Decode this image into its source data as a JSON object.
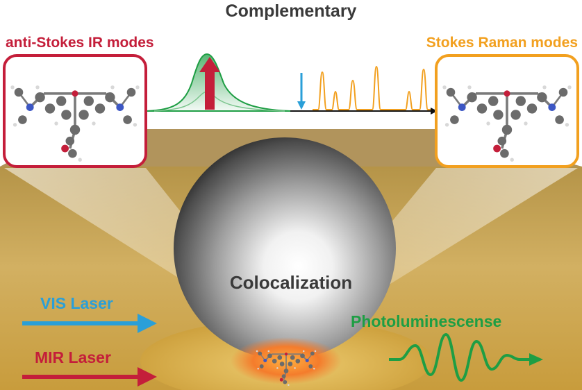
{
  "title": "Complementary",
  "panels": {
    "ir": {
      "label": "anti-Stokes IR modes",
      "color": "#c41e3a"
    },
    "raman": {
      "label": "Stokes Raman modes",
      "color": "#f2a01f"
    }
  },
  "center_label": "Colocalization",
  "lasers": [
    {
      "label": "VIS Laser",
      "color": "#2a9fd8"
    },
    {
      "label": "MIR Laser",
      "color": "#c41e3a"
    }
  ],
  "emission": {
    "label": "Photoluminescense",
    "color": "#1e9e44"
  },
  "colors": {
    "background_gold": "#c9a653",
    "ir_curve": "#1e9e44",
    "raman_peaks": "#f2a01f",
    "arrow_blue": "#2a9fd8",
    "arrow_red": "#c41e3a"
  }
}
